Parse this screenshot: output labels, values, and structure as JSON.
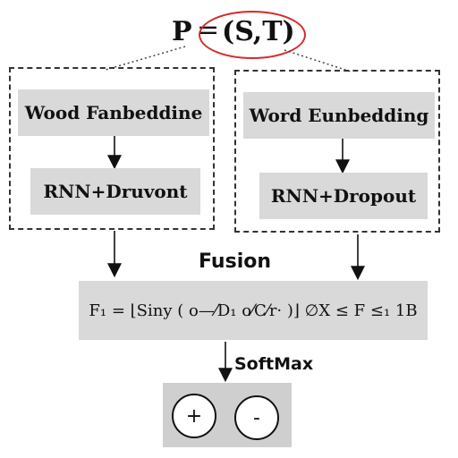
{
  "title": {
    "p": "P",
    "eq": "=",
    "st": "(S,T)"
  },
  "left_branch": {
    "embedding_label": "Wood Fanbeddine",
    "rnn_label": "RNN+Druvont"
  },
  "right_branch": {
    "embedding_label": "Word Eunbedding",
    "rnn_label": "RNN+Dropout"
  },
  "fusion": {
    "label": "Fusion",
    "formula": "F₁ = ⌊Siny ( o—⁄D₁ o⁄C⁄r· )⌋ ∅X ≤ F ≤₁ 1B"
  },
  "softmax_label": "SoftMax",
  "outputs": {
    "positive": "+",
    "negative": "-"
  },
  "colors": {
    "ellipse": "#d42b2b",
    "box_fill": "#d9d9d9",
    "output_box_fill": "#cfcfcf"
  }
}
